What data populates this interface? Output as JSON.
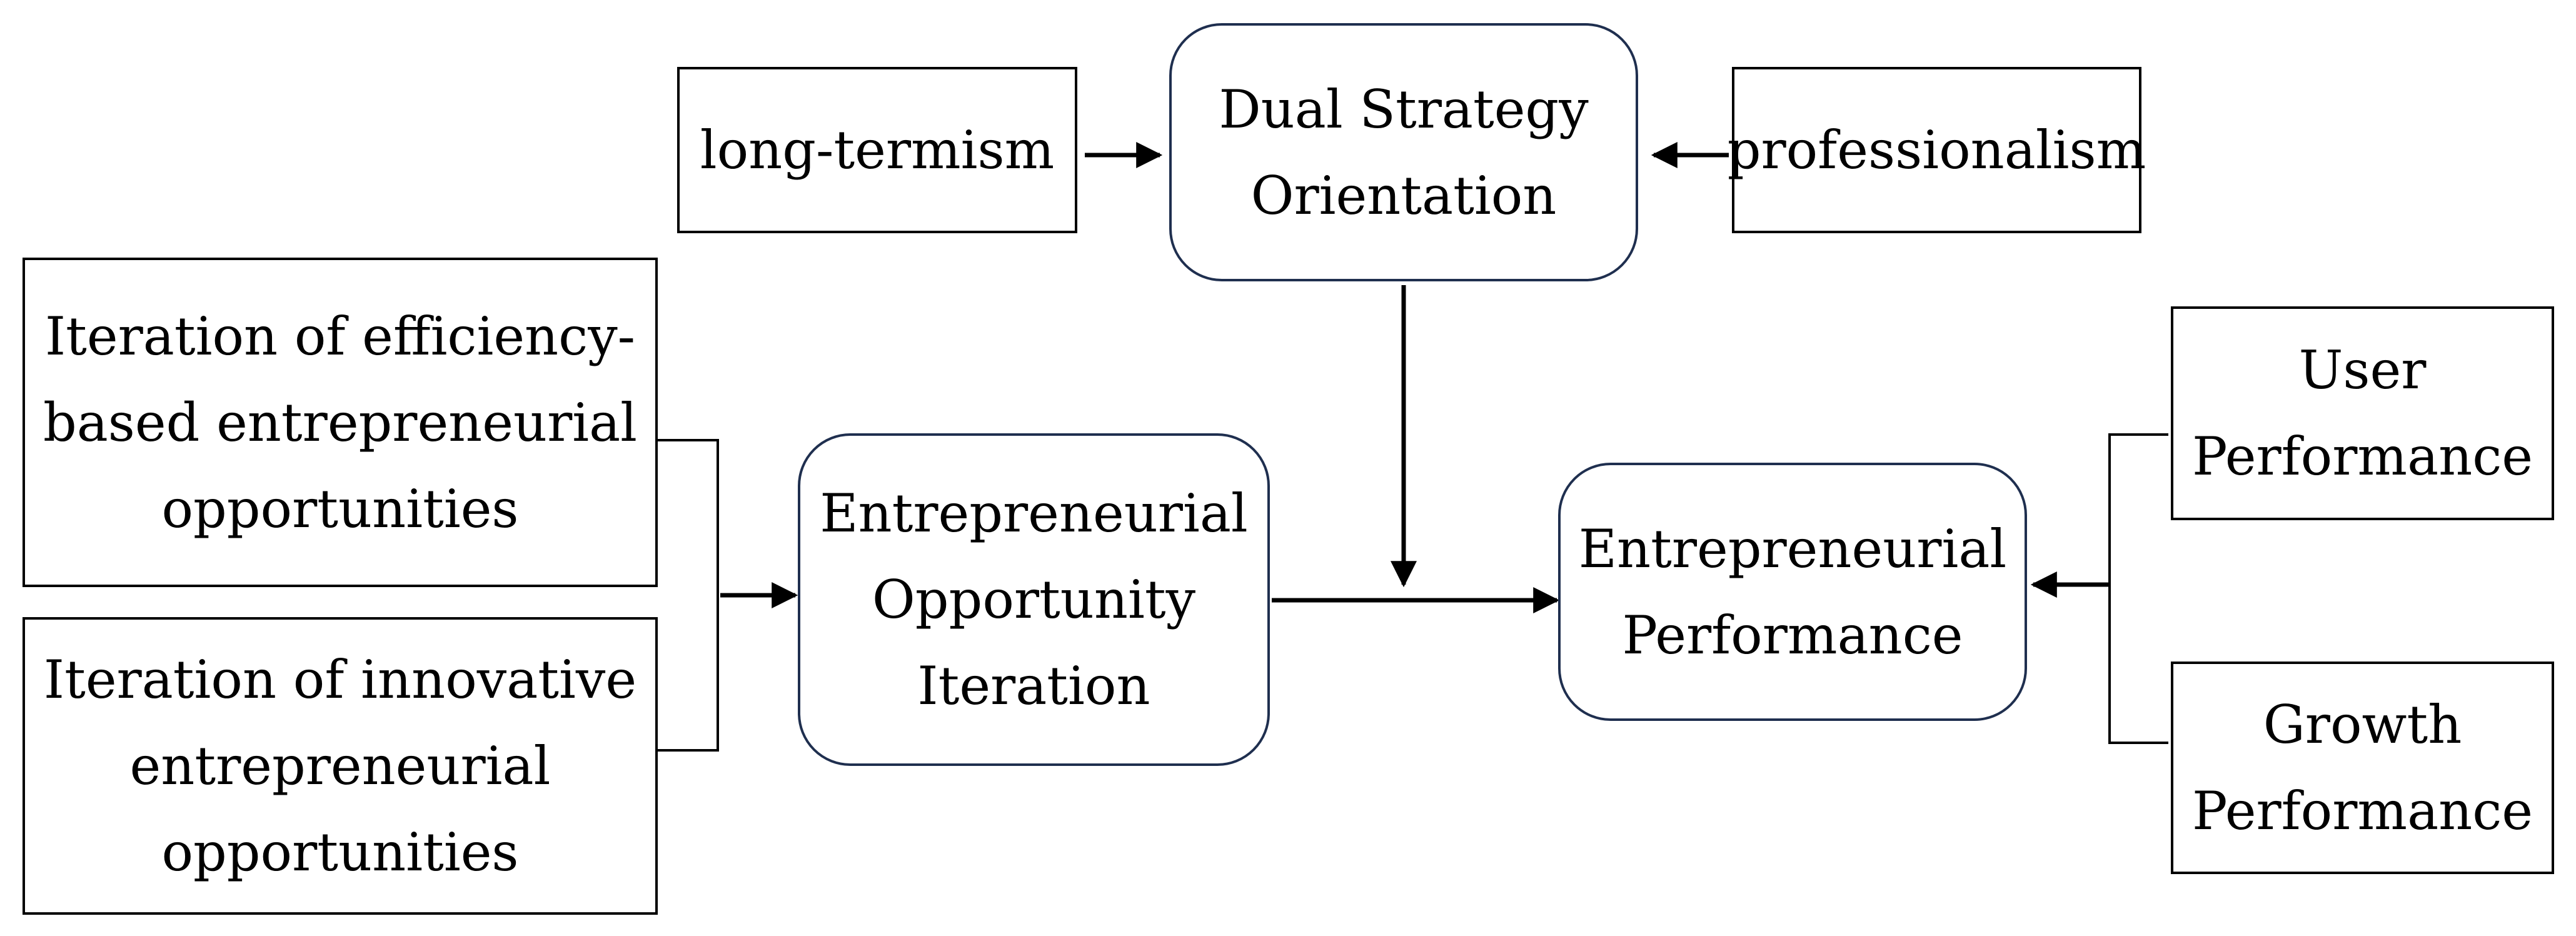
{
  "colors": {
    "rect_border": "#000000",
    "rounded_border": "#1f2f4f",
    "arrow": "#000000",
    "background": "#ffffff"
  },
  "nodes": {
    "long_termism": {
      "lines": [
        "long-termism"
      ]
    },
    "dual_strategy": {
      "lines": [
        "Dual Strategy",
        "Orientation"
      ]
    },
    "professionalism": {
      "lines": [
        "professionalism"
      ]
    },
    "efficiency_iteration": {
      "lines": [
        "Iteration of efficiency-",
        "based entrepreneurial",
        "opportunities"
      ]
    },
    "innovative_iteration": {
      "lines": [
        "Iteration of innovative",
        "entrepreneurial",
        "opportunities"
      ]
    },
    "opportunity_iteration": {
      "lines": [
        "Entrepreneurial",
        "Opportunity",
        "Iteration"
      ]
    },
    "performance": {
      "lines": [
        "Entrepreneurial",
        "Performance"
      ]
    },
    "user_performance": {
      "lines": [
        "User",
        "Performance"
      ]
    },
    "growth_performance": {
      "lines": [
        "Growth",
        "Performance"
      ]
    }
  },
  "edges": [
    {
      "from": "long_termism",
      "to": "dual_strategy"
    },
    {
      "from": "professionalism",
      "to": "dual_strategy"
    },
    {
      "from": "efficiency_iteration",
      "to": "opportunity_iteration"
    },
    {
      "from": "innovative_iteration",
      "to": "opportunity_iteration"
    },
    {
      "from": "opportunity_iteration",
      "to": "performance"
    },
    {
      "from": "dual_strategy",
      "to": "opportunity_iteration-performance-link"
    },
    {
      "from": "user_performance",
      "to": "performance"
    },
    {
      "from": "growth_performance",
      "to": "performance"
    }
  ]
}
